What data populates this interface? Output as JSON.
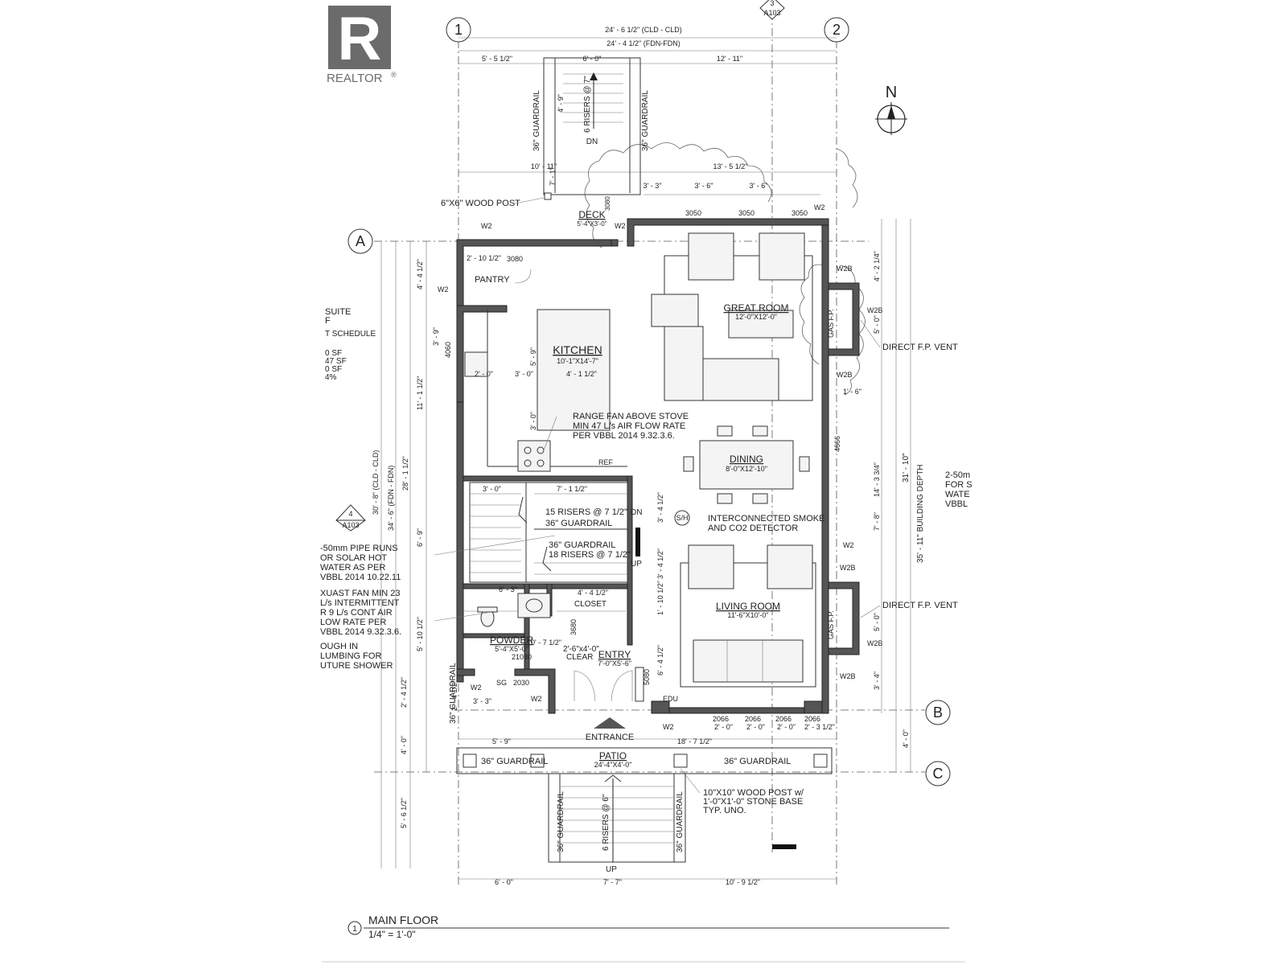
{
  "logo": {
    "mark": "R",
    "text": "REALTOR",
    "reg": "®"
  },
  "north": "N",
  "grid_labels": {
    "g1": "1",
    "g2": "2",
    "gA": "A",
    "gB": "B",
    "gC": "C"
  },
  "section_marks": {
    "top": {
      "num": "3",
      "sheet": "A103"
    },
    "left": {
      "num": "4",
      "sheet": "A103"
    }
  },
  "top_dims": {
    "overall_cld": "24' - 6 1/2\" (CLD - CLD)",
    "overall_fdn": "24' - 4 1/2\" (FDN-FDN)",
    "d1": "5' - 5 1/2\"",
    "d2": "6' - 0\"",
    "d3": "12' - 11\"",
    "d4": "10' - 11\"",
    "d5": "13' - 5 1/2\"",
    "d6": "7' - 1\"",
    "d7": "3' - 3\"",
    "d8": "3' - 6\"",
    "d9": "3' - 6\""
  },
  "stairs_top": {
    "guard_left": "36\" GUARDRAIL",
    "guard_right": "36\" GUARDRAIL",
    "risers": "6 RISERS @ 7\"",
    "dn": "DN",
    "dim": "4' - 9\""
  },
  "wood_post": "6\"X6\" WOOD POST",
  "deck": {
    "name": "DECK",
    "size": "5'-4\"X3'-0\"",
    "door": "3080"
  },
  "windows": {
    "w2": "W2",
    "w2b": "W2B",
    "win3050": "3050",
    "win4666": "4666",
    "win2066": "2066",
    "win3080": "3080",
    "win4060": "4060",
    "win5080": "5080",
    "win21080": "21080",
    "win2030": "2030",
    "win3680": "3680"
  },
  "rooms": {
    "pantry": "PANTRY",
    "kitchen": {
      "name": "KITCHEN",
      "size": "10'-1\"X14'-7\""
    },
    "great_room": {
      "name": "GREAT ROOM",
      "size": "12'-0\"X12'-0\""
    },
    "dining": {
      "name": "DINING",
      "size": "8'-0\"X12'-10\""
    },
    "living_room": {
      "name": "LIVING ROOM",
      "size": "11'-6\"X10'-0\""
    },
    "closet": "CLOSET",
    "powder": {
      "name": "POWDER",
      "size": "5'-4\"X5'-0\""
    },
    "entry": {
      "name": "ENTRY",
      "size": "7'-0\"X5'-6\""
    },
    "patio": {
      "name": "PATIO",
      "size": "24'-4\"X4'-0\""
    }
  },
  "notes": {
    "range_fan_1": "RANGE FAN ABOVE STOVE",
    "range_fan_2": "MIN 47 L/s AIR FLOW RATE",
    "range_fan_3": "PER VBBL 2014 9.32.3.6.",
    "ref": "REF",
    "risers15": "15 RISERS @ 7 1/2\"",
    "guard36a": "36\" GUARDRAIL",
    "guard36b": "36\" GUARDRAIL",
    "risers18": "18 RISERS @ 7 1/2\"",
    "dn": "DN",
    "up": "UP",
    "sh": "S/H",
    "smoke1": "INTERCONNECTED SMOKE",
    "smoke2": "AND CO2 DETECTOR",
    "gas_fp": "GAS F.P.",
    "vent": "DIRECT F.P. VENT",
    "clear1": "2'-6\"x4'-0\"",
    "clear2": "CLEAR",
    "edu": "EDU",
    "sg": "SG",
    "entrance": "ENTRANCE",
    "guard_patio_l": "36\" GUARDRAIL",
    "guard_patio_r": "36\" GUARDRAIL",
    "post10_1": "10\"X10\" WOOD POST w/",
    "post10_2": "1'-0\"X1'-0\" STONE BASE",
    "post10_3": "TYP. UNO.",
    "risers6": "6 RISERS @ 6\"",
    "guard_front_l": "36\" GUARDRAIL",
    "guard_front_r": "36\" GUARDRAIL",
    "guard_side": "36\" GUARDRAIL",
    "up2": "UP"
  },
  "left_notes": [
    "SUITE",
    "F",
    "T SCHEDULE",
    "0 SF",
    "47 SF",
    "0 SF",
    "4%",
    "-50mm PIPE RUNS",
    "OR SOLAR HOT",
    "WATER AS PER",
    "VBBL 2014 10.22.11",
    "XUAST FAN MIN 23",
    "L/s INTERMITTENT",
    "R 9 L/s CONT AIR",
    "LOW RATE PER",
    "VBBL 2014 9.32.3.6.",
    "OUGH IN",
    "LUMBING FOR",
    "UTURE SHOWER"
  ],
  "right_notes": [
    "2-50m",
    "FOR S",
    "WATE",
    "VBBL"
  ],
  "interior_dims": {
    "k1": "2' - 10 1/2\"",
    "k2": "5' - 9\"",
    "k3": "2' - 0\"",
    "k4": "3' - 0\"",
    "k5": "4' - 1 1/2\"",
    "k6": "3' - 0\"",
    "s1": "3' - 0\"",
    "s2": "7' - 1 1/2\"",
    "p1": "6' - 3\"",
    "p2": "4' - 4 1/2\"",
    "p3": "10' - 7 1/2\"",
    "r1": "3' - 4 1/2\"",
    "r2": "3' - 4 1/2\"",
    "r3": "1' - 10 1/2\"",
    "r4": "6' - 4 1/2\""
  },
  "left_dims": {
    "a1": "4' - 4 1/2\"",
    "a2": "3' - 9\"",
    "a3": "11' - 1 1/2\"",
    "a4": "28' - 1 1/2\"",
    "a5": "30' - 8\" (CLD - CLD)",
    "a6": "34' - 6\" (FDN - FDN)",
    "a7": "6' - 9\"",
    "a8": "5' - 10 1/2\"",
    "a9": "2' - 4 1/2\"",
    "a10": "4' - 0\"",
    "a11": "5' - 6 1/2\""
  },
  "right_dims": {
    "b1": "4' - 2 1/4\"",
    "b2": "5' - 0\"",
    "b3": "1' - 6\"",
    "b4": "14' - 3 3/4\"",
    "b5": "7' - 8\"",
    "b6": "5' - 0\"",
    "b7": "3' - 4\"",
    "b8": "31' - 10\"",
    "b9": "35' - 11\" BUILDING DEPTH",
    "b10": "4' - 0\""
  },
  "bottom_dims": {
    "c1": "2' - 4 1/2\"",
    "c2": "3' - 3\"",
    "c3": "5' - 9\"",
    "c4": "18' - 7 1/2\"",
    "c5": "2' - 0\"",
    "c6": "2' - 0\"",
    "c7": "2' - 0\"",
    "c8": "2' - 3 1/2\"",
    "c9": "6' - 0\"",
    "c10": "7' - 7\"",
    "c11": "10' - 9 1/2\""
  },
  "title": {
    "num": "1",
    "name": "MAIN FLOOR",
    "scale": "1/4\" = 1'-0\""
  }
}
